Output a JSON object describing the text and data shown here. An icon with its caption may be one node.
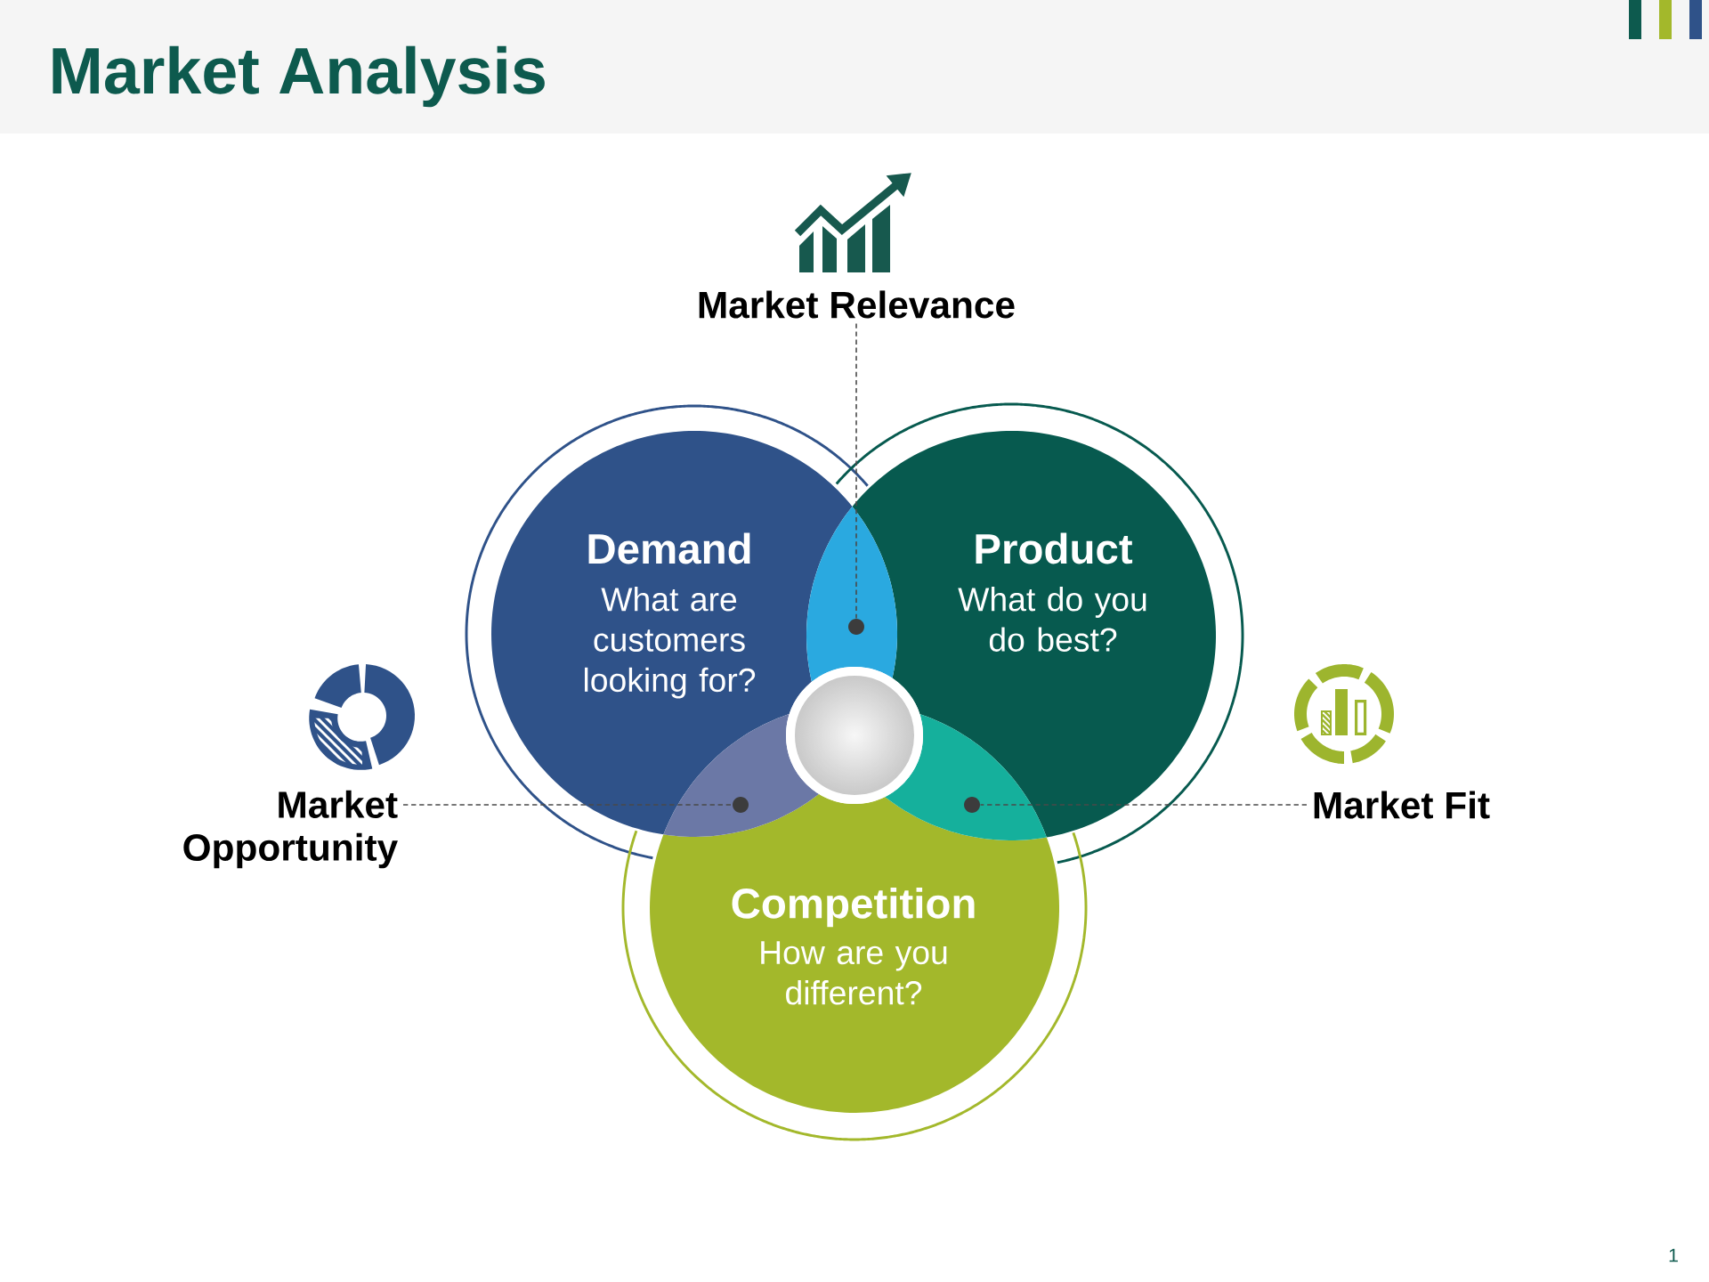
{
  "diagram": {
    "title": "Market Analysis",
    "nodes": [
      {
        "text": [
          "Market Relevance"
        ]
      },
      {
        "text": [
          "Demand",
          "What are customers looking for?"
        ]
      },
      {
        "text": [
          "Product",
          "What do you do best?"
        ]
      },
      {
        "text": [
          "Competition",
          "How are you different?"
        ]
      },
      {
        "text": [
          "Market Opportunity"
        ]
      },
      {
        "text": [
          "Market Fit"
        ]
      },
      {
        "text": [],
        "shape": "circle"
      },
      {
        "text": [],
        "shape": "circle"
      },
      {
        "text": [],
        "shape": "circle"
      },
      {
        "text": [],
        "shape": "circle"
      }
    ],
    "edges": [
      {
        "from": 0,
        "to": 6,
        "arrow": "none",
        "style": "dashed"
      },
      {
        "from": 4,
        "to": 7,
        "arrow": "none",
        "style": "dashed"
      },
      {
        "from": 5,
        "to": 8,
        "arrow": "none",
        "style": "dashed"
      }
    ],
    "labels": [
      "1"
    ]
  }
}
